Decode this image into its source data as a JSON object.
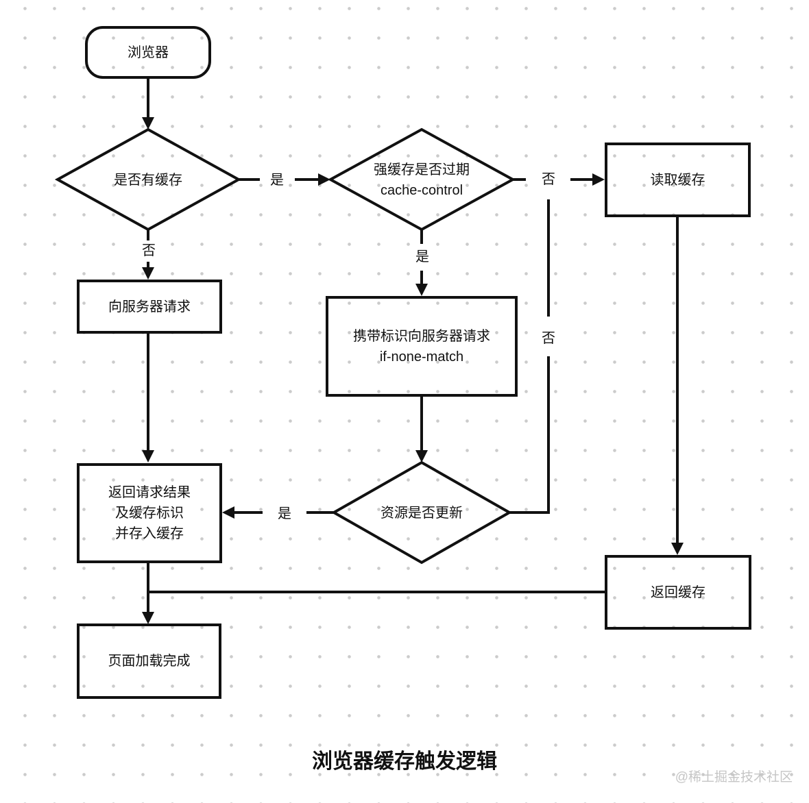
{
  "diagram": {
    "title": "浏览器缓存触发逻辑",
    "watermark": "@稀土掘金技术社区",
    "nodes": {
      "browser": {
        "label": "浏览器",
        "shape": "rounded-rect"
      },
      "has_cache": {
        "label": "是否有缓存",
        "shape": "diamond"
      },
      "strong_cache_expired": {
        "label": "强缓存是否过期\ncache-control",
        "shape": "diamond"
      },
      "read_cache": {
        "label": "读取缓存",
        "shape": "rect"
      },
      "request_server": {
        "label": "向服务器请求",
        "shape": "rect"
      },
      "request_with_identifier": {
        "label": "携带标识向服务器请求\nif-none-match",
        "shape": "rect"
      },
      "resource_updated": {
        "label": "资源是否更新",
        "shape": "diamond"
      },
      "return_result": {
        "label": "返回请求结果\n及缓存标识\n并存入缓存",
        "shape": "rect"
      },
      "return_cache": {
        "label": "返回缓存",
        "shape": "rect"
      },
      "page_loaded": {
        "label": "页面加载完成",
        "shape": "rect"
      }
    },
    "edge_labels": {
      "has_cache_yes": "是",
      "has_cache_no": "否",
      "strong_cache_expired_no": "否",
      "strong_cache_expired_yes": "是",
      "resource_updated_yes": "是",
      "resource_updated_no": "否"
    },
    "colors": {
      "line": "#111111",
      "background": "#ffffff",
      "grid_dot": "#cbcbcb",
      "watermark": "#c5c5c5"
    }
  }
}
